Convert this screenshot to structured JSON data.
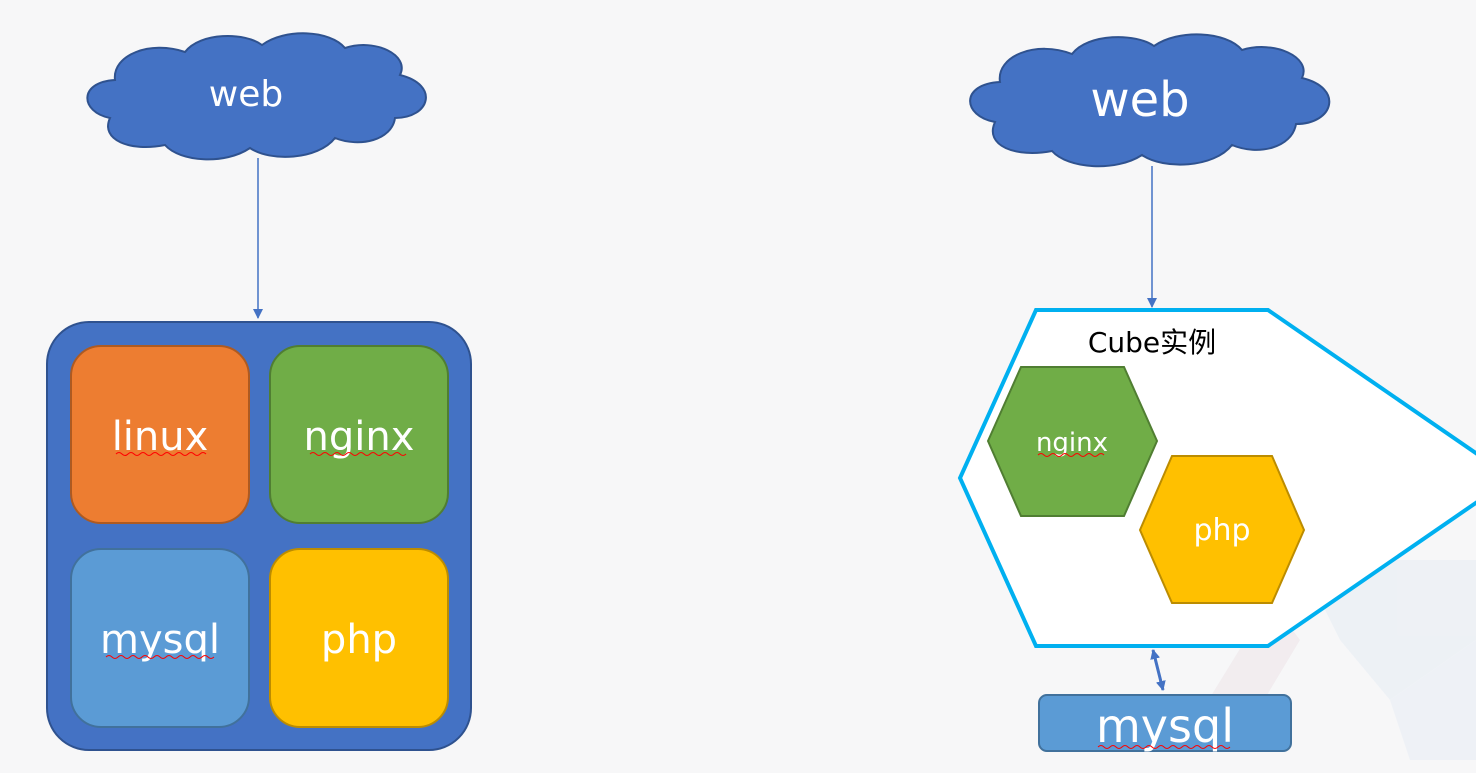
{
  "left": {
    "cloud_label": "web",
    "tiles": {
      "linux": "linux",
      "nginx": "nginx",
      "mysql": "mysql",
      "php": "php"
    }
  },
  "right": {
    "cloud_label": "web",
    "container_label": "Cube实例",
    "nginx": "nginx",
    "php": "php",
    "mysql": "mysql"
  },
  "colors": {
    "cloud": "#4472c4",
    "container_blue": "#4472c4",
    "linux": "#ed7d31",
    "nginx": "#70ad47",
    "mysql": "#5b9bd5",
    "php": "#ffc000",
    "cube_border": "#00b0f0",
    "arrow": "#4472c4",
    "spellcheck": "#ff0000"
  }
}
